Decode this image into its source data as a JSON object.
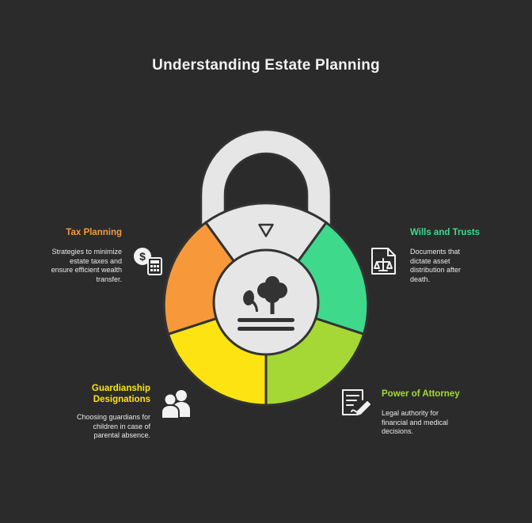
{
  "title": "Understanding Estate Planning",
  "colors": {
    "background": "#2b2b2b",
    "lock_body": "#e6e6e6",
    "outline": "#333333",
    "tax_planning": "#f7993a",
    "wills_and_trusts": "#3fd98c",
    "power_of_attorney": "#a6d835",
    "guardianship": "#fde312"
  },
  "sections": {
    "tax_planning": {
      "label": "Tax Planning",
      "description_lines": [
        "Strategies to minimize",
        "estate taxes and",
        "ensure efficient wealth",
        "transfer."
      ],
      "icon": "money-calculator-icon"
    },
    "wills_and_trusts": {
      "label": "Wills and Trusts",
      "description_lines": [
        "Documents that",
        "dictate asset",
        "distribution after",
        "death."
      ],
      "icon": "legal-document-scale-icon"
    },
    "guardianship": {
      "label_lines": [
        "Guardianship",
        "Designations"
      ],
      "description_lines": [
        "Choosing guardians for",
        "children in case of",
        "parental absence."
      ],
      "icon": "two-people-icon"
    },
    "power_of_attorney": {
      "label": "Power of Attorney",
      "description_lines": [
        "Legal authority for",
        "financial and medical",
        "decisions."
      ],
      "icon": "signed-document-icon"
    }
  },
  "center_icon": "trees-on-ground-icon",
  "top_icon": "triangle-down-icon"
}
